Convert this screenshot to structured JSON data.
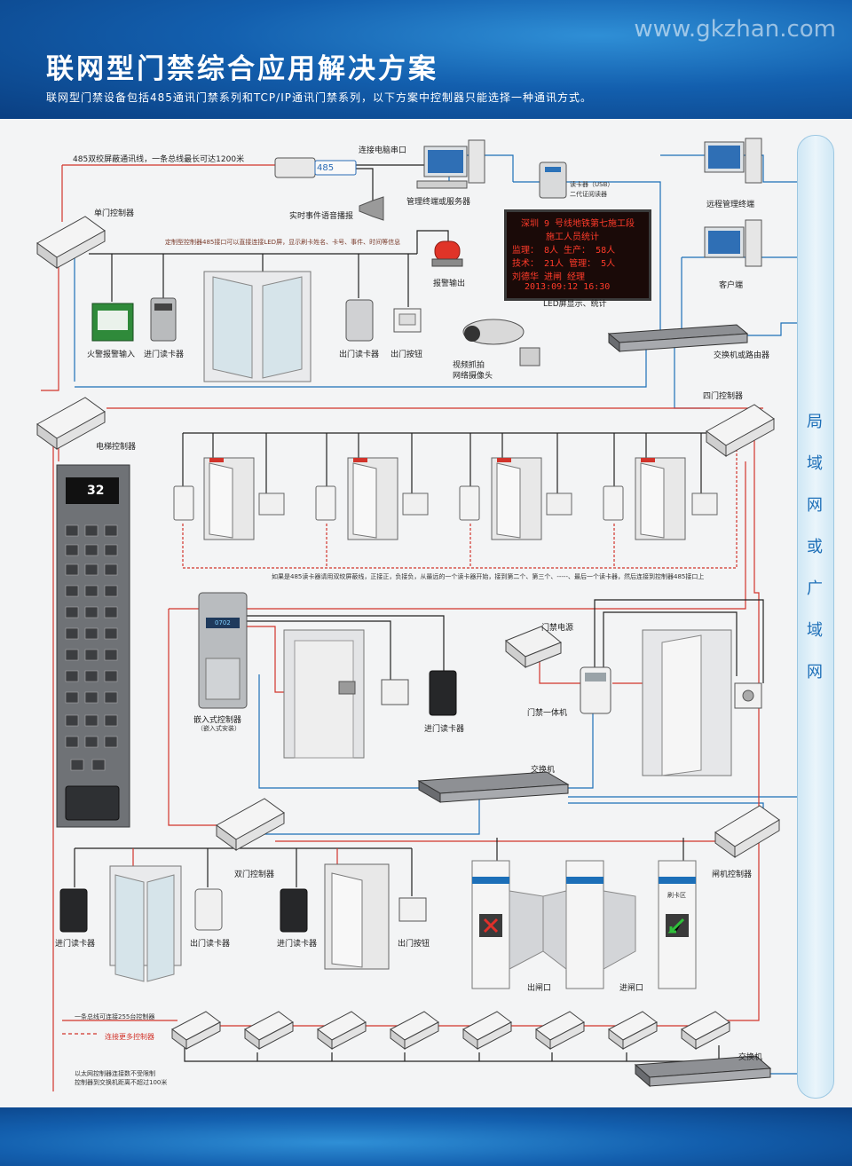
{
  "header": {
    "title": "联网型门禁综合应用解决方案",
    "subtitle": "联网型门禁设备包括485通讯门禁系列和TCP/IP通讯门禁系列，以下方案中控制器只能选择一种通讯方式。",
    "watermark": "www.gkzhan.com"
  },
  "lan": {
    "label": "局域网或广域网"
  },
  "section1": {
    "bus_note": "485双绞屏蔽通讯线，一条总线最长可达1200米",
    "converter": "485",
    "pc_port": "连接电脑串口",
    "voice": "实时事件语音播报",
    "server": "管理终端或服务器",
    "reader_usb": "读卡器（USB）",
    "id_reader": "二代证阅读器",
    "single_ctrl": "单门控制器",
    "led_note": "定制型控制器485接口可以直接连接LED屏，显示刷卡姓名、卡号、事件、时间等信息",
    "alarm_out": "报警输出",
    "fire_alarm": "火警报警输入",
    "in_reader": "进门读卡器",
    "out_reader": "出门读卡器",
    "exit_button": "出门按钮",
    "camera": "视频抓拍\n网络摄像头",
    "led_caption": "LED屏显示、统计",
    "switch_router": "交换机或路由器",
    "remote_term": "远程管理终端",
    "client": "客户端",
    "four_ctrl": "四门控制器"
  },
  "led_screen": {
    "line1": "深圳 9 号线地铁第七施工段",
    "line2": "施工人员统计",
    "line3": "监理：  8人   生产：  58人",
    "line4": "技术：  21人   管理：   5人",
    "line5": "刘德华  进闸  经理",
    "line6": "2013:09:12  16:30"
  },
  "section2": {
    "elevator_ctrl": "电梯控制器",
    "floor": "32",
    "rs485_note": "如果是485读卡器请用双绞屏蔽线，正接正，负接负，从最远的一个读卡器开始，接到第二个、第三个、-----、最后一个读卡器，然后连接到控制器485接口上",
    "embedded": "嵌入式控制器",
    "embedded_sub": "（嵌入式安装）",
    "intercom_id": "0702",
    "in_reader": "进门读卡器",
    "door_power": "门禁电源",
    "all_in_one": "门禁一体机",
    "switch": "交换机"
  },
  "section3": {
    "double_ctrl": "双门控制器",
    "gate_ctrl": "闸机控制器",
    "in_reader1": "进门读卡器",
    "out_reader": "出门读卡器",
    "in_reader2": "进门读卡器",
    "exit_button": "出门按钮",
    "swipe": "刷卡区",
    "exit_gate": "出闸口",
    "enter_gate": "进闸口"
  },
  "section4": {
    "bus255": "一条总线可连接255台控制器",
    "more": "连接更多控制器",
    "switch": "交换机",
    "ethernet_note1": "以太网控制器连接数不受限制",
    "ethernet_note2": "控制器到交换机距离不超过100米"
  },
  "colors": {
    "accent": "#135fae",
    "bus_red": "#d2342b",
    "net_blue": "#1c6fb8"
  }
}
